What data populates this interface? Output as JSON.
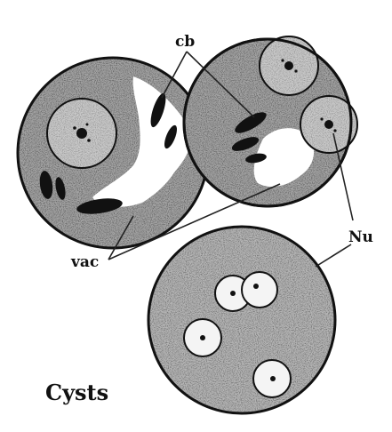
{
  "figure": {
    "caption": "Cysts",
    "labels": {
      "chromatoid_bodies": "cb",
      "nuclei": "Nu",
      "vacuole": "vac"
    }
  },
  "colors": {
    "background": "#ffffff",
    "cytoplasm": "#a9a9a9",
    "outline": "#111111",
    "nucleus_fill": "#f4f4f4"
  }
}
